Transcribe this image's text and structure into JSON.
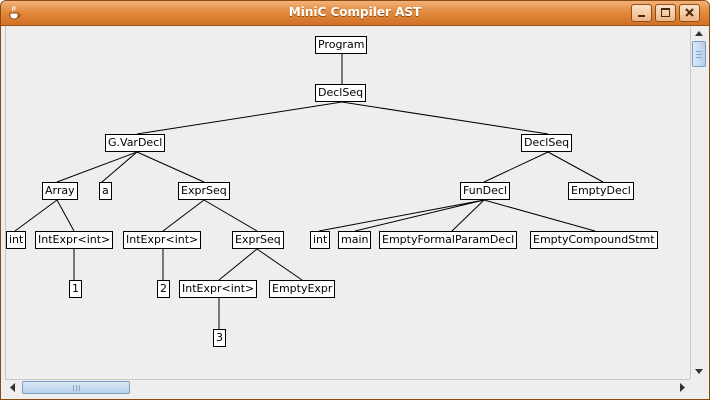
{
  "window": {
    "title": "MiniC Compiler AST",
    "icon": "java-coffee-cup-icon",
    "controls": [
      "minimize-icon",
      "maximize-icon",
      "close-icon"
    ],
    "accent": "#e28a3d"
  },
  "tree": {
    "nodes": [
      {
        "id": "program",
        "label": "Program"
      },
      {
        "id": "declseq1",
        "label": "DeclSeq"
      },
      {
        "id": "gvardecl",
        "label": "G.VarDecl"
      },
      {
        "id": "declseq2",
        "label": "DeclSeq"
      },
      {
        "id": "array",
        "label": "Array"
      },
      {
        "id": "a",
        "label": "a"
      },
      {
        "id": "exprseq1",
        "label": "ExprSeq"
      },
      {
        "id": "int1",
        "label": "int"
      },
      {
        "id": "intexpr1",
        "label": "IntExpr<int>"
      },
      {
        "id": "lit1",
        "label": "1"
      },
      {
        "id": "intexpr2",
        "label": "IntExpr<int>"
      },
      {
        "id": "lit2",
        "label": "2"
      },
      {
        "id": "exprseq2",
        "label": "ExprSeq"
      },
      {
        "id": "intexpr3",
        "label": "IntExpr<int>"
      },
      {
        "id": "lit3",
        "label": "3"
      },
      {
        "id": "emptyexpr",
        "label": "EmptyExpr"
      },
      {
        "id": "fundecl",
        "label": "FunDecl"
      },
      {
        "id": "emptydecl",
        "label": "EmptyDecl"
      },
      {
        "id": "int2",
        "label": "int"
      },
      {
        "id": "main",
        "label": "main"
      },
      {
        "id": "emptyformal",
        "label": "EmptyFormalParamDecl"
      },
      {
        "id": "emptycompound",
        "label": "EmptyCompoundStmt"
      }
    ]
  }
}
